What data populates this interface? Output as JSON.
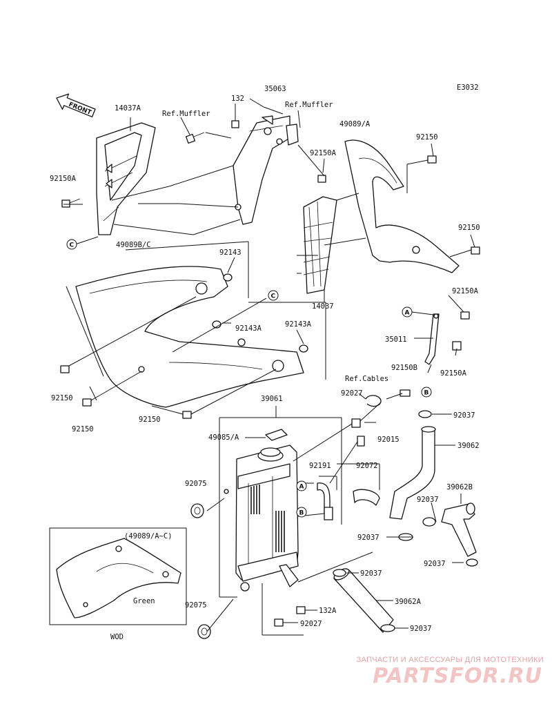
{
  "diagram_code": "E3032",
  "direction_label": "FRONT",
  "inset_note": "WOD",
  "inset_variant": "(49089/A~C)",
  "inset_color": "Green",
  "callouts": [
    "A",
    "B",
    "C"
  ],
  "labels": {
    "l_14037A": "14037A",
    "l_refmuf1": "Ref.Muffler",
    "l_132": "132",
    "l_35063": "35063",
    "l_refmuf2": "Ref.Muffler",
    "l_49089A": "49089/A",
    "l_92150_tr": "92150",
    "l_92150A_l": "92150A",
    "l_92150A_m": "92150A",
    "l_92150_r": "92150",
    "l_49089BC": "49089B/C",
    "l_92143": "92143",
    "l_14037": "14037",
    "l_92150A_r": "92150A",
    "l_92143A_a": "92143A",
    "l_92143A_b": "92143A",
    "l_35011": "35011",
    "l_92150B": "92150B",
    "l_92150A_rb": "92150A",
    "l_92150_l1": "92150",
    "l_92150_l2": "92150",
    "l_refcables": "Ref.Cables",
    "l_92027_a": "92027",
    "l_92150_m": "92150",
    "l_39061": "39061",
    "l_92037_a": "92037",
    "l_49085A": "49085/A",
    "l_92015": "92015",
    "l_39062": "39062",
    "l_92191": "92191",
    "l_92072": "92072",
    "l_92075_a": "92075",
    "l_39062B": "39062B",
    "l_92037_b": "92037",
    "l_92037_c": "92037",
    "l_92037_d": "92037",
    "l_92037_e": "92037",
    "l_92075_b": "92075",
    "l_39062A": "39062A",
    "l_132A": "132A",
    "l_92027_b": "92027",
    "l_92037_f": "92037"
  },
  "watermark": {
    "caption": "ЗАПЧАСТИ И АКСЕССУАРЫ ДЛЯ МОТОТЕХНИКИ",
    "logo": "PARTSFOR.RU"
  },
  "colors": {
    "line": "#111111",
    "watermark": "#e0a3a3"
  }
}
